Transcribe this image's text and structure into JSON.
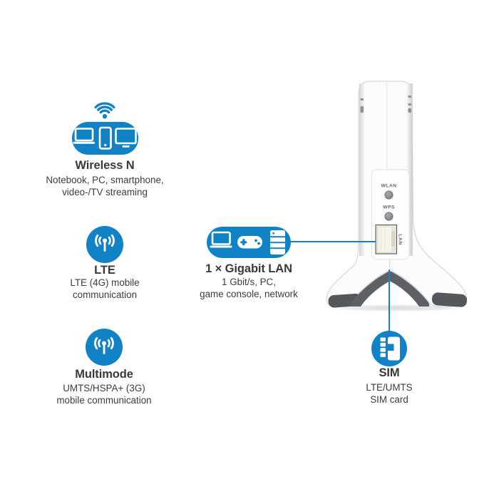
{
  "colors": {
    "accent_blue": "#1182c5",
    "text_dark": "#3c3c3a",
    "device_gray": "#5d6065",
    "device_foot": "#54575b",
    "device_label_gray": "#64676b"
  },
  "features": [
    {
      "id": "wireless-n",
      "title": "Wireless N",
      "lines": [
        "Notebook, PC, smartphone,",
        "video-/TV streaming"
      ],
      "icons": [
        "wifi-icon",
        "laptop-icon",
        "smartphone-icon",
        "monitor-icon"
      ]
    },
    {
      "id": "lte",
      "title": "LTE",
      "lines": [
        "LTE (4G) mobile",
        "communication"
      ],
      "icons": [
        "antenna-icon"
      ]
    },
    {
      "id": "multimode",
      "title": "Multimode",
      "lines": [
        "UMTS/HSPA+ (3G)",
        "mobile communication"
      ],
      "icons": [
        "antenna-icon"
      ]
    },
    {
      "id": "gigabit-lan",
      "title": "1 × Gigabit LAN",
      "lines": [
        "1 Gbit/s, PC,",
        "game console, network"
      ],
      "icons": [
        "laptop-icon",
        "gamepad-icon",
        "server-icon"
      ]
    },
    {
      "id": "sim",
      "title": "SIM",
      "lines": [
        "LTE/UMTS",
        "SIM card"
      ],
      "icons": [
        "sim-card-icon"
      ]
    }
  ],
  "device": {
    "wlan_button_label": "WLAN",
    "wps_button_label": "WPS",
    "lan_port_label": "LAN"
  }
}
